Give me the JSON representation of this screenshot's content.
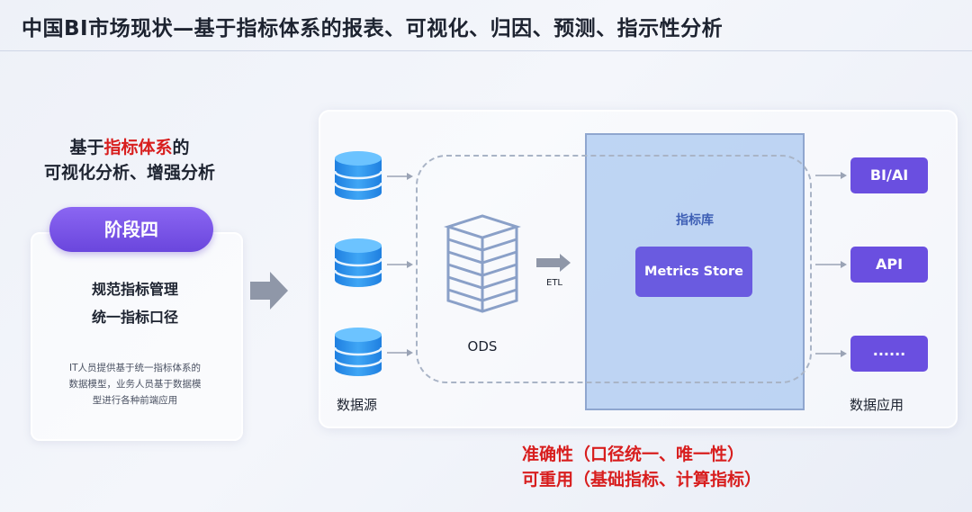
{
  "header": {
    "title": "中国BI市场现状—基于指标体系的报表、可视化、归因、预测、指示性分析"
  },
  "left": {
    "heading_prefix": "基于",
    "heading_highlight": "指标体系",
    "heading_suffix": "的",
    "heading_line2": "可视化分析、增强分析",
    "stage_label": "阶段四",
    "stage_point1": "规范指标管理",
    "stage_point2": "统一指标口径",
    "stage_desc_line1": "IT人员提供基于统一指标体系的",
    "stage_desc_line2": "数据模型，业务人员基于数据模",
    "stage_desc_line3": "型进行各种前端应用"
  },
  "diagram": {
    "source_label": "数据源",
    "ods_label": "ODS",
    "etl_label": "ETL",
    "metrics_lib_label": "指标库",
    "metrics_store_label": "Metrics Store",
    "apps": [
      "BI/AI",
      "API",
      "......"
    ],
    "apps_label": "数据应用"
  },
  "bottom": {
    "line1": "准确性（口径统一、唯一性）",
    "line2": "可重用（基础指标、计算指标）"
  },
  "colors": {
    "accent_purple": "#6a4fe0",
    "highlight_red": "#d81e1e",
    "metrics_blue": "#a8c6f0",
    "db_blue": "#2a8ce8"
  }
}
